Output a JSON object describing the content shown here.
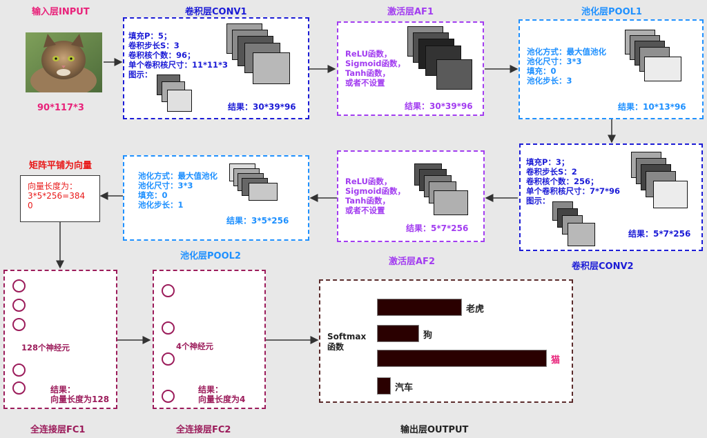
{
  "input": {
    "title": "输入层INPUT",
    "size": "90*117*3",
    "image_icon": "cat-photo"
  },
  "conv1": {
    "title": "卷积层CONV1",
    "lines": [
      "填充P：5；",
      "卷积步长S：3",
      "卷积核个数：96；",
      "单个卷积核尺寸：11*11*3",
      "图示："
    ],
    "result": "结果：30*39*96"
  },
  "af1": {
    "title": "激活层AF1",
    "lines": [
      "ReLU函数，",
      "Sigmoid函数，",
      "Tanh函数，",
      "或者不设置"
    ],
    "result": "结果：30*39*96"
  },
  "pool1": {
    "title": "池化层POOL1",
    "lines": [
      "池化方式：最大值池化",
      "池化尺寸：3*3",
      "填充：0",
      "池化步长：3"
    ],
    "result": "结果：10*13*96"
  },
  "conv2": {
    "title": "卷积层CONV2",
    "lines": [
      "填充P：3；",
      "卷积步长S：2",
      "卷积核个数：256；",
      "单个卷积核尺寸：7*7*96",
      "图示："
    ],
    "result": "结果：5*7*256"
  },
  "af2": {
    "title": "激活层AF2",
    "lines": [
      "ReLU函数，",
      "Sigmoid函数，",
      "Tanh函数，",
      "或者不设置"
    ],
    "result": "结果：5*7*256"
  },
  "pool2": {
    "title": "池化层POOL2",
    "lines": [
      "池化方式：最大值池化",
      "池化尺寸：3*3",
      "填充：0",
      "池化步长：1"
    ],
    "result": "结果：3*5*256"
  },
  "flatten": {
    "title": "矩阵平铺为向量",
    "lines": [
      "向量长度为：",
      "3*5*256=384",
      "0"
    ]
  },
  "fc1": {
    "title": "全连接层FC1",
    "neurons_label": "128个神经元",
    "result_lines": [
      "结果：",
      "向量长度为128"
    ]
  },
  "fc2": {
    "title": "全连接层FC2",
    "neurons_label": "4个神经元",
    "result_lines": [
      "结果：",
      "向量长度为4"
    ]
  },
  "output": {
    "title": "输出层OUTPUT",
    "softmax_lines": [
      "Softmax",
      "函数"
    ],
    "bars": [
      {
        "label": "老虎",
        "value": 0.24,
        "color": "#222222"
      },
      {
        "label": "狗",
        "value": 0.12,
        "color": "#222222"
      },
      {
        "label": "猫",
        "value": 0.48,
        "color": "#e8227a"
      },
      {
        "label": "汽车",
        "value": 0.04,
        "color": "#222222"
      }
    ]
  },
  "colors": {
    "conv": "#1b1bd6",
    "activation": "#a23cf0",
    "pool": "#1e90ff",
    "fc": "#9b1b5a",
    "input": "#e8227a",
    "flatten": "#e81818"
  }
}
